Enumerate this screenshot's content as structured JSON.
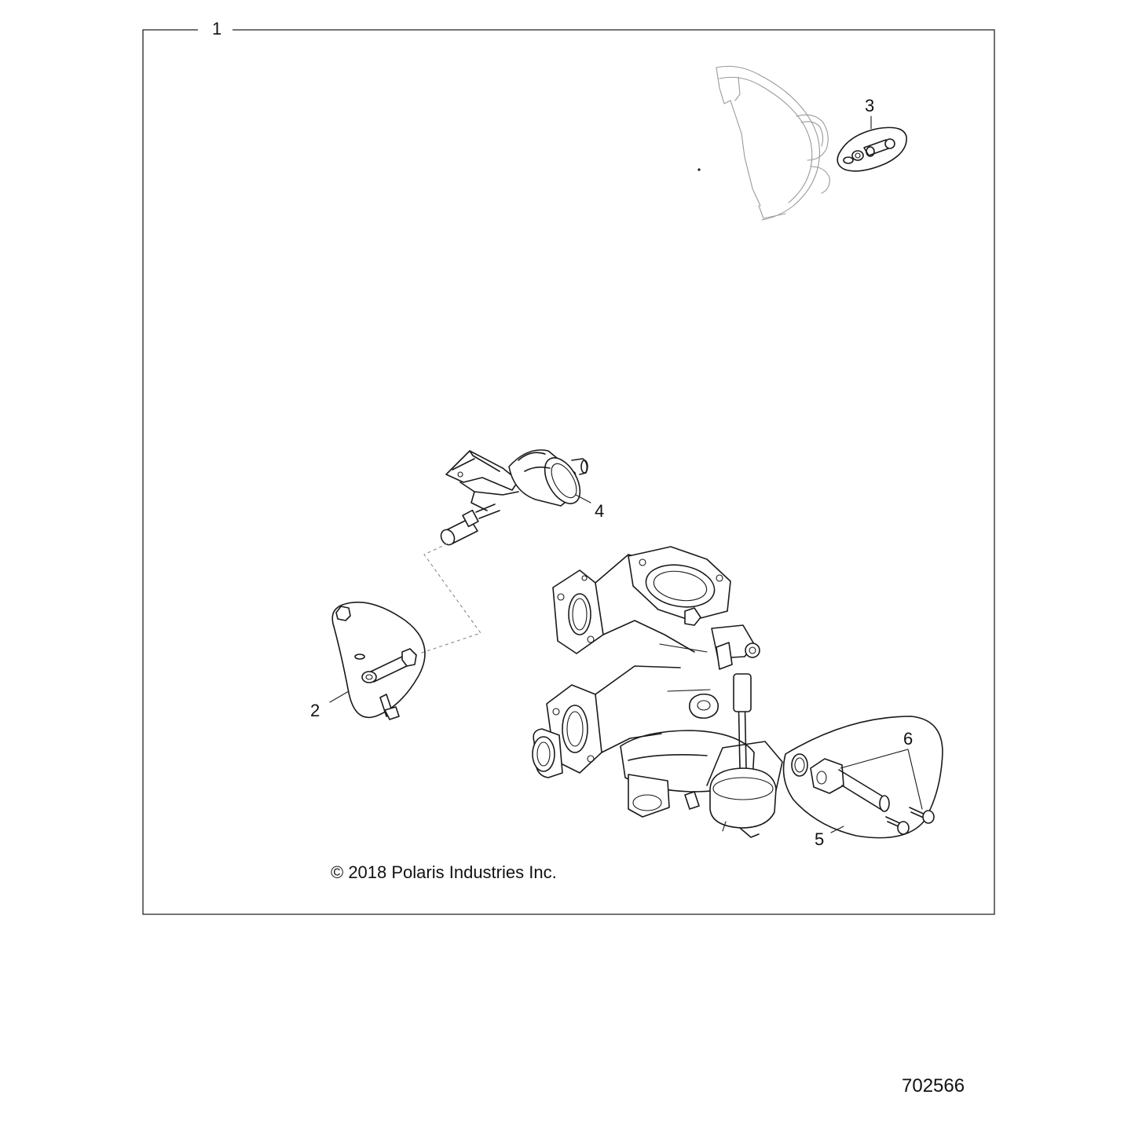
{
  "diagram": {
    "callouts": [
      "1",
      "2",
      "3",
      "4",
      "5",
      "6"
    ],
    "copyright": "© 2018 Polaris Industries Inc.",
    "drawing_number": "702566"
  }
}
